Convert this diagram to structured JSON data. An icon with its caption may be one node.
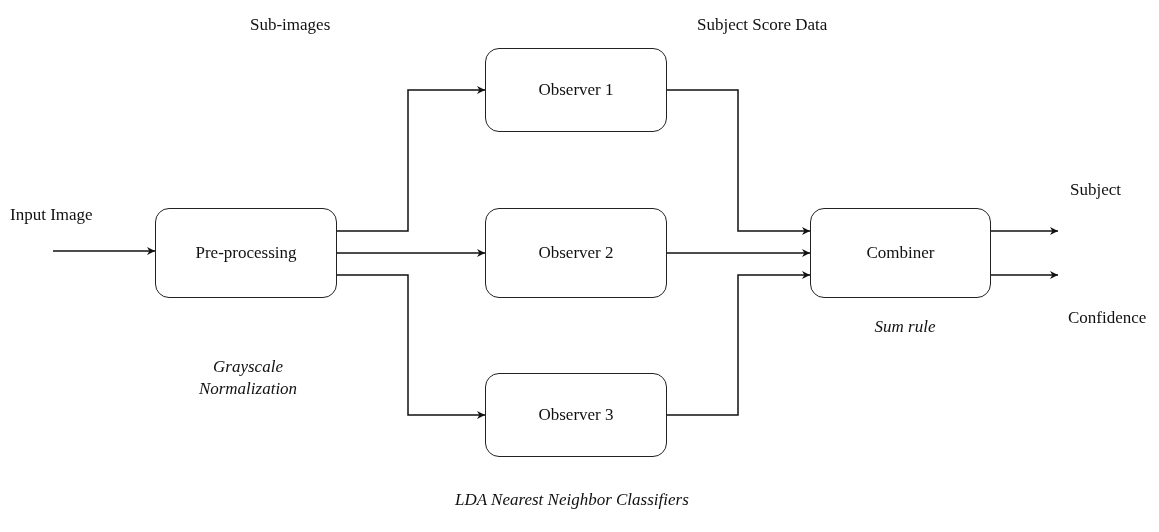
{
  "diagram": {
    "nodes": [
      {
        "text": [
          "Pre-processing"
        ],
        "beside": [
          "Grayscale Normalization"
        ]
      },
      {
        "text": [
          "Observer 1"
        ]
      },
      {
        "text": [
          "Observer 2"
        ]
      },
      {
        "text": [
          "Observer 3"
        ]
      },
      {
        "text": [
          "Combiner"
        ],
        "beside": [
          "Sum rule"
        ]
      }
    ],
    "edges": [
      {
        "from": null,
        "to": 0,
        "arrow": "to",
        "label": "Input Image"
      },
      {
        "from": 0,
        "to": 1,
        "arrow": "to"
      },
      {
        "from": 0,
        "to": 2,
        "arrow": "to"
      },
      {
        "from": 0,
        "to": 3,
        "arrow": "to"
      },
      {
        "from": 1,
        "to": 4,
        "arrow": "to"
      },
      {
        "from": 2,
        "to": 4,
        "arrow": "to"
      },
      {
        "from": 3,
        "to": 4,
        "arrow": "to"
      },
      {
        "from": 4,
        "to": null,
        "arrow": "to",
        "label": "Subject"
      },
      {
        "from": 4,
        "to": null,
        "arrow": "to",
        "label": "Confidence"
      }
    ],
    "labels": [
      "Sub-images",
      "Subject Score Data",
      "LDA Nearest Neighbor Classifiers"
    ]
  }
}
